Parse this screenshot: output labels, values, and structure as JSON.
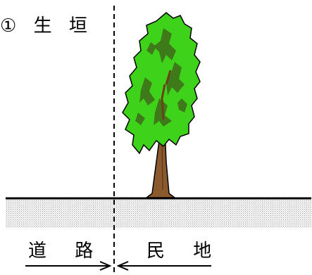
{
  "title": "① 生 垣",
  "labels": {
    "road": "道 路",
    "private_land": "民 地"
  },
  "colors": {
    "foliage": "#3fd21a",
    "foliage_shadow": "#3f7a1a",
    "trunk": "#8a5a2e",
    "ground_hatch": "#9a9a9a",
    "line": "#000000"
  }
}
